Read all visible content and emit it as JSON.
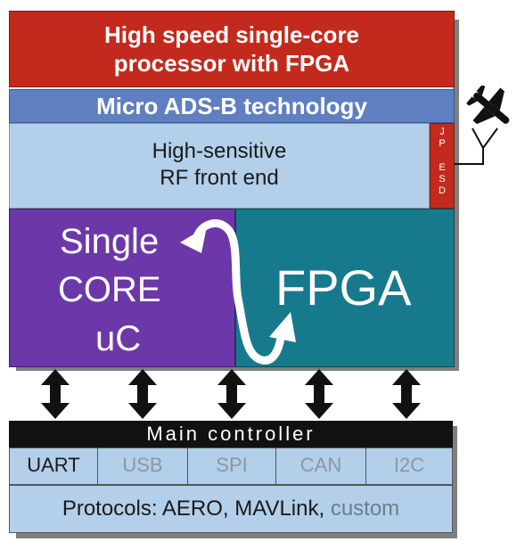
{
  "title_banner": {
    "line1": "High speed single-core",
    "line2": "processor with FPGA",
    "color": "#c32a1d"
  },
  "tech_bar": {
    "label": "Micro ADS-B technology",
    "color": "#5f7fc2"
  },
  "rf_front_end": {
    "line1": "High-sensitive",
    "line2": "RF front end",
    "color": "#b3cfe9"
  },
  "jp_esd": {
    "top": [
      "J",
      "P"
    ],
    "bottom": [
      "E",
      "S",
      "D"
    ],
    "color": "#c32a1d"
  },
  "cpu": {
    "lines": [
      "Single",
      "CORE",
      "uC"
    ],
    "color": "#6c37a8"
  },
  "fpga": {
    "label": "FPGA",
    "color": "#177a8c"
  },
  "icons": {
    "aircraft": "airplane-icon",
    "antenna": "antenna-icon",
    "loop": "loop-arrow-icon",
    "arrows": "double-arrow-icon"
  },
  "main_controller": {
    "label": "Main controller",
    "interfaces": [
      {
        "label": "UART",
        "active": true
      },
      {
        "label": "USB",
        "active": false
      },
      {
        "label": "SPI",
        "active": false
      },
      {
        "label": "CAN",
        "active": false
      },
      {
        "label": "I2C",
        "active": false
      }
    ]
  },
  "protocols": {
    "label": "Protocols: AERO, MAVLink,",
    "extra": "custom"
  }
}
